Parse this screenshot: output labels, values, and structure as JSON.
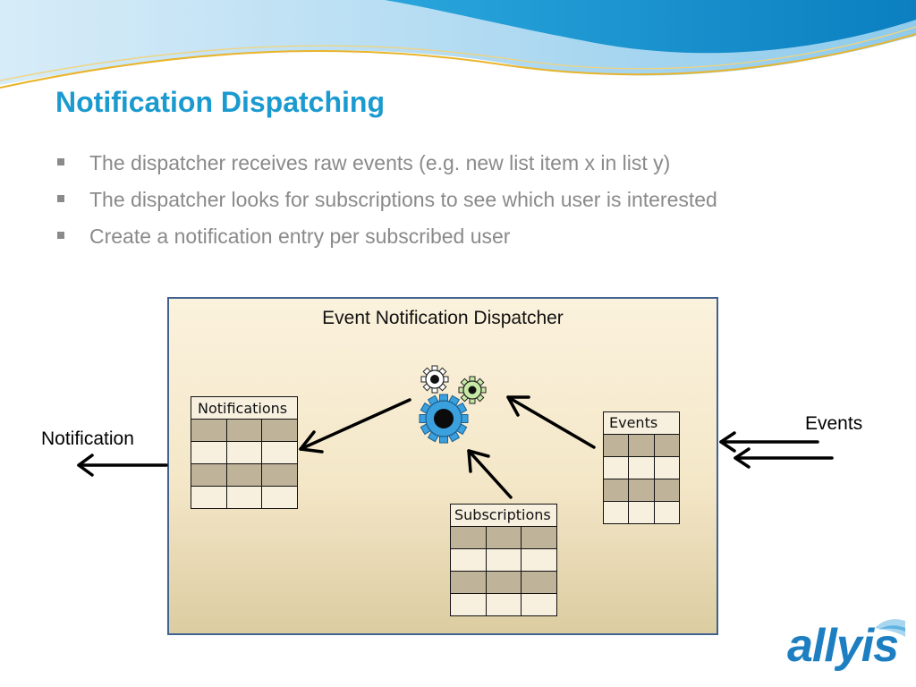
{
  "slide": {
    "title": "Notification Dispatching",
    "bullets": [
      "The dispatcher receives raw events (e.g. new list item x in list y)",
      "The dispatcher looks for subscriptions to see which user is interested",
      "Create a notification entry per subscribed user"
    ]
  },
  "diagram": {
    "box_title": "Event Notification Dispatcher",
    "outgoing_label": "Notification",
    "incoming_label": "Events",
    "tables": {
      "notifications": "Notifications",
      "events": "Events",
      "subscriptions": "Subscriptions"
    }
  },
  "logo": {
    "text": "allyis"
  },
  "colors": {
    "title": "#1b9ad0",
    "bullet_text": "#8a8a8a",
    "box_border": "#41628f",
    "gear_blue": "#3aa0de",
    "gear_green": "#c7e9a6",
    "logo_blue": "#1d7fc1"
  }
}
